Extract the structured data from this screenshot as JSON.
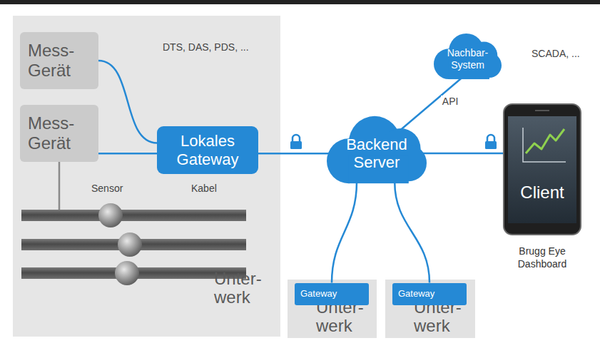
{
  "diagram": {
    "nodes": [
      {
        "text": [
          "Unter- werk"
        ]
      },
      {
        "text": [
          "Mess- Gerät"
        ],
        "in": 0
      },
      {
        "text": [
          "Mess- Gerät"
        ],
        "in": 0
      },
      {
        "text": [
          "Lokales Gateway"
        ],
        "in": 0
      },
      {
        "text": [
          "Nachbar- System"
        ]
      },
      {
        "text": [
          "Backend Server"
        ]
      },
      {
        "text": [
          "Client",
          "Brugg Eye Dashboard"
        ]
      },
      {
        "text": [
          "Unter- werk"
        ]
      },
      {
        "text": [
          "Gateway"
        ],
        "in": 7
      },
      {
        "text": [
          "Unter- werk"
        ]
      },
      {
        "text": [
          "Gateway"
        ],
        "in": 9
      }
    ],
    "edges": [
      {
        "from": 1,
        "to": 3,
        "arrow": "none"
      },
      {
        "from": 2,
        "to": 3,
        "arrow": "none"
      },
      {
        "from": 3,
        "to": 5,
        "arrow": "none"
      },
      {
        "from": 5,
        "to": 4,
        "label": "API",
        "arrow": "none"
      },
      {
        "from": 5,
        "to": 6,
        "arrow": "none"
      },
      {
        "from": 5,
        "to": 8,
        "arrow": "none"
      },
      {
        "from": 5,
        "to": 10,
        "arrow": "none"
      }
    ],
    "labels": [
      "DTS, DAS, PDS, ...",
      "Sensor",
      "Kabel",
      "SCADA, ..."
    ]
  }
}
